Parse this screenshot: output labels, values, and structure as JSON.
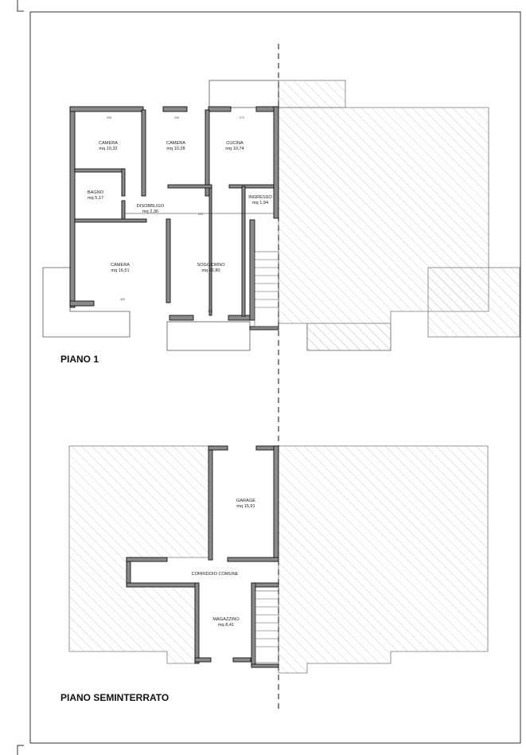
{
  "floors": [
    {
      "title": "PIANO 1",
      "rooms": [
        {
          "name": "CAMERA",
          "area": "mq 10,32"
        },
        {
          "name": "CAMERA",
          "area": "mq 10,28"
        },
        {
          "name": "CUCINA",
          "area": "mq 10,74"
        },
        {
          "name": "BAGNO",
          "area": "mq 5,17"
        },
        {
          "name": "DISOBBLIGO",
          "area": "mq 2,36"
        },
        {
          "name": "INGRESSO",
          "area": "mq 1,94"
        },
        {
          "name": "CAMERA",
          "area": "mq 16,51"
        },
        {
          "name": "SOGGIORNO",
          "area": "mq 22,80"
        }
      ],
      "dimensions": [
        "339",
        "299",
        "273",
        "400",
        "280",
        "203"
      ]
    },
    {
      "title": "PIANO SEMINTERRATO",
      "rooms": [
        {
          "name": "GARAGE",
          "area": "mq 15,91"
        },
        {
          "name": "CORRIDOIO COMUNE",
          "area": ""
        },
        {
          "name": "MAGAZZINO",
          "area": "mq 8,41"
        }
      ]
    }
  ]
}
